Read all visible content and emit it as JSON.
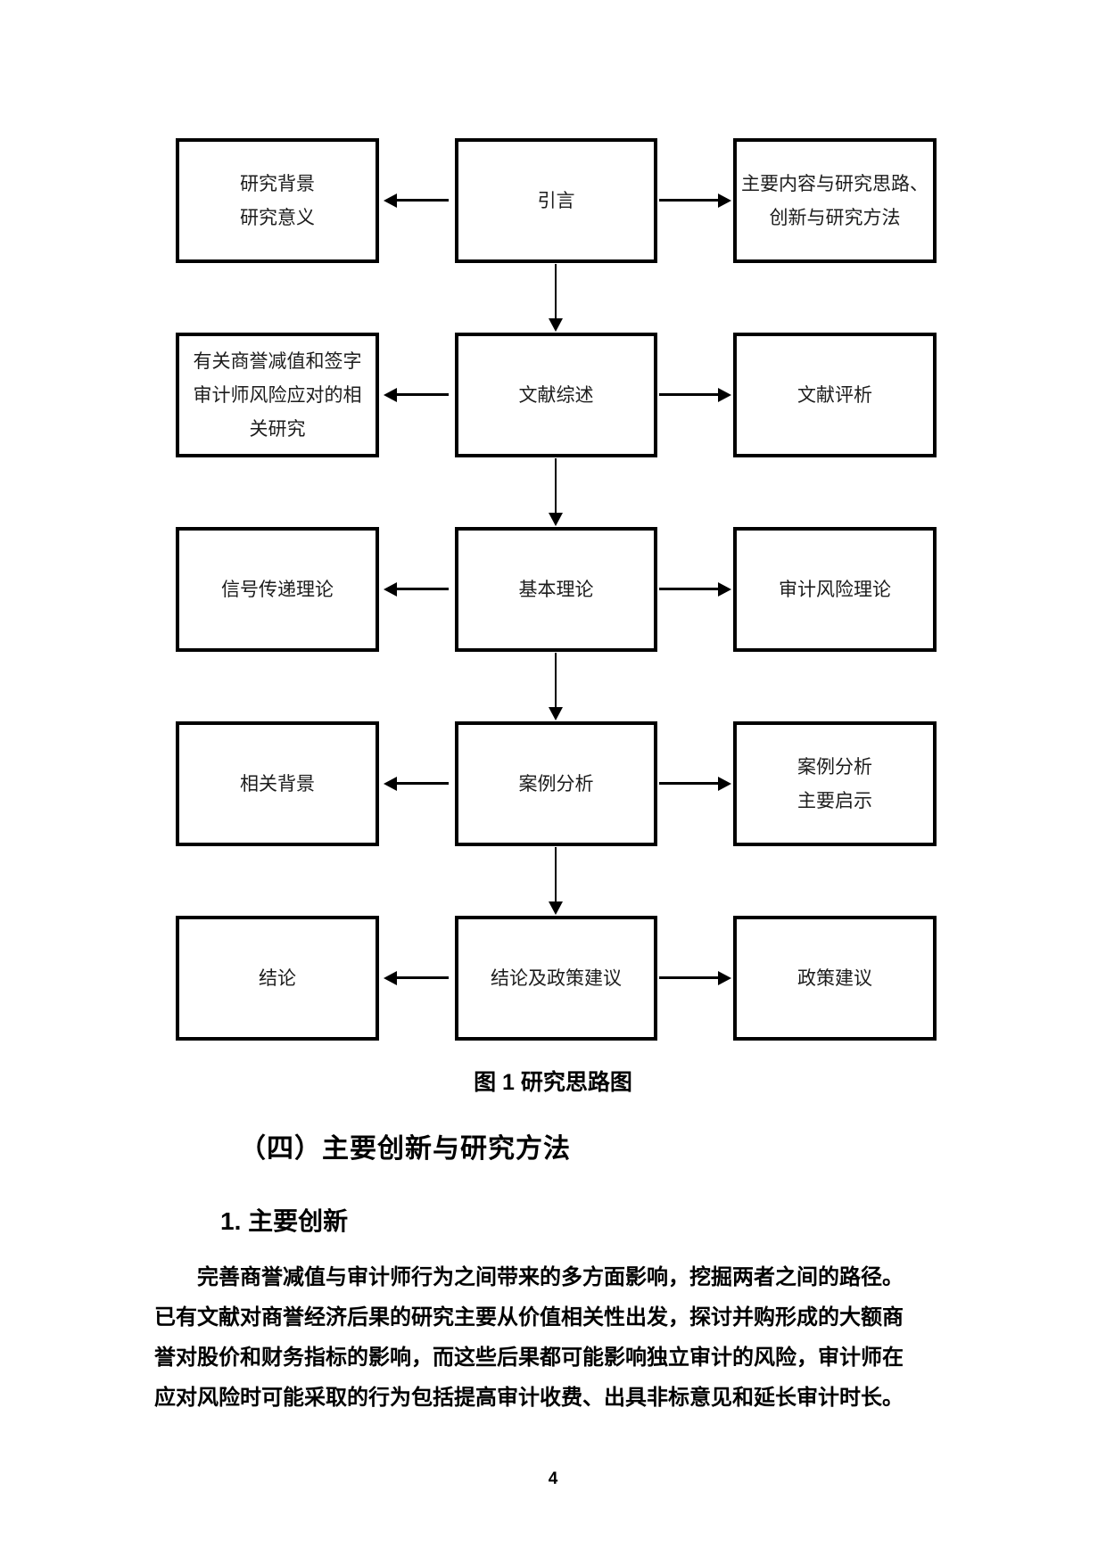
{
  "flowchart": {
    "caption": "图 1 研究思路图",
    "rows": [
      {
        "left": "研究背景\n研究意义",
        "center": "引言",
        "right": "主要内容与研究思路、\n创新与研究方法"
      },
      {
        "left": "有关商誉减值和签字\n审计师风险应对的相\n关研究",
        "center": "文献综述",
        "right": "文献评析"
      },
      {
        "left": "信号传递理论",
        "center": "基本理论",
        "right": "审计风险理论"
      },
      {
        "left": "相关背景",
        "center": "案例分析",
        "right": "案例分析\n主要启示"
      },
      {
        "left": "结论",
        "center": "结论及政策建议",
        "right": "政策建议"
      }
    ]
  },
  "sections": {
    "heading_level2": "（四）主要创新与研究方法",
    "heading_level3": "1. 主要创新",
    "paragraph_lines": [
      "完善商誉减值与审计师行为之间带来的多方面影响，挖掘两者之间的路径。",
      "已有文献对商誉经济后果的研究主要从价值相关性出发，探讨并购形成的大额商",
      "誉对股价和财务指标的影响，而这些后果都可能影响独立审计的风险，审计师在",
      "应对风险时可能采取的行为包括提高审计收费、出具非标意见和延长审计时长。"
    ]
  },
  "footer": {
    "page_number": "4"
  },
  "colors": {
    "ink": "#000000",
    "background": "#ffffff"
  }
}
